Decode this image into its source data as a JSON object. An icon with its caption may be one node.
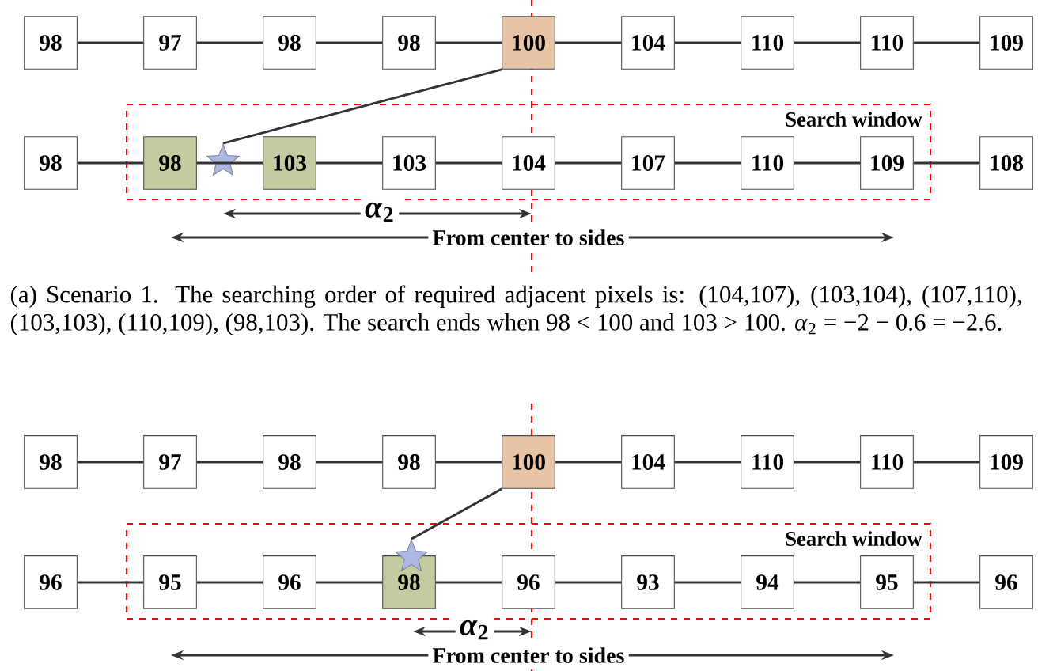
{
  "diagram": {
    "caption": "(a) Scenario 1. The searching order of required adjacent pixels is: (104,107), (103,104), (107,110), (103,103), (110,109), (98,103). The search ends when 98 < 100 and 103 > 100. *α*$_{2}$ = −2 − 0.6 = −2.6.",
    "nodes": [
      {
        "text": [
          "98"
        ]
      },
      {
        "text": [
          "97"
        ]
      },
      {
        "text": [
          "98"
        ]
      },
      {
        "text": [
          "98"
        ]
      },
      {
        "text": [
          "100"
        ]
      },
      {
        "text": [
          "104"
        ]
      },
      {
        "text": [
          "110"
        ]
      },
      {
        "text": [
          "110"
        ]
      },
      {
        "text": [
          "109"
        ]
      },
      {
        "text": [
          "Search window"
        ]
      },
      {
        "text": [
          "98"
        ]
      },
      {
        "text": [
          "98"
        ],
        "in": 9
      },
      {
        "text": [
          "103"
        ],
        "in": 9
      },
      {
        "text": [
          "103"
        ],
        "in": 9
      },
      {
        "text": [
          "104"
        ],
        "in": 9
      },
      {
        "text": [
          "107"
        ],
        "in": 9
      },
      {
        "text": [
          "110"
        ],
        "in": 9
      },
      {
        "text": [
          "109"
        ],
        "in": 9
      },
      {
        "text": [
          "108"
        ]
      },
      {
        "text": [],
        "shape": "star",
        "in": 9
      },
      {
        "text": [
          "98"
        ]
      },
      {
        "text": [
          "97"
        ]
      },
      {
        "text": [
          "98"
        ]
      },
      {
        "text": [
          "98"
        ]
      },
      {
        "text": [
          "100"
        ]
      },
      {
        "text": [
          "104"
        ]
      },
      {
        "text": [
          "110"
        ]
      },
      {
        "text": [
          "110"
        ]
      },
      {
        "text": [
          "109"
        ]
      },
      {
        "text": [
          "Search window"
        ]
      },
      {
        "text": [
          "96"
        ]
      },
      {
        "text": [
          "95"
        ],
        "in": 29
      },
      {
        "text": [
          "96"
        ],
        "in": 29
      },
      {
        "text": [
          "98"
        ],
        "in": 29
      },
      {
        "text": [
          "96"
        ],
        "in": 29
      },
      {
        "text": [
          "93"
        ],
        "in": 29
      },
      {
        "text": [
          "94"
        ],
        "in": 29
      },
      {
        "text": [
          "95"
        ],
        "in": 29
      },
      {
        "text": [
          "96"
        ]
      },
      {
        "text": [],
        "shape": "star",
        "in": 29
      }
    ],
    "edges": [
      {
        "from": 0,
        "to": 1,
        "arrow": "none"
      },
      {
        "from": 1,
        "to": 2,
        "arrow": "none"
      },
      {
        "from": 2,
        "to": 3,
        "arrow": "none"
      },
      {
        "from": 3,
        "to": 4,
        "arrow": "none"
      },
      {
        "from": 4,
        "to": 5,
        "arrow": "none"
      },
      {
        "from": 5,
        "to": 6,
        "arrow": "none"
      },
      {
        "from": 6,
        "to": 7,
        "arrow": "none"
      },
      {
        "from": 7,
        "to": 8,
        "arrow": "none"
      },
      {
        "from": 10,
        "to": 11,
        "arrow": "none"
      },
      {
        "from": 11,
        "to": 12,
        "arrow": "none"
      },
      {
        "from": 12,
        "to": 13,
        "arrow": "none"
      },
      {
        "from": 13,
        "to": 14,
        "arrow": "none"
      },
      {
        "from": 14,
        "to": 15,
        "arrow": "none"
      },
      {
        "from": 15,
        "to": 16,
        "arrow": "none"
      },
      {
        "from": 16,
        "to": 17,
        "arrow": "none"
      },
      {
        "from": 17,
        "to": 18,
        "arrow": "none"
      },
      {
        "from": 4,
        "to": 19,
        "arrow": "none"
      },
      {
        "from": 20,
        "to": 21,
        "arrow": "none"
      },
      {
        "from": 21,
        "to": 22,
        "arrow": "none"
      },
      {
        "from": 22,
        "to": 23,
        "arrow": "none"
      },
      {
        "from": 23,
        "to": 24,
        "arrow": "none"
      },
      {
        "from": 24,
        "to": 25,
        "arrow": "none"
      },
      {
        "from": 25,
        "to": 26,
        "arrow": "none"
      },
      {
        "from": 26,
        "to": 27,
        "arrow": "none"
      },
      {
        "from": 27,
        "to": 28,
        "arrow": "none"
      },
      {
        "from": 30,
        "to": 31,
        "arrow": "none"
      },
      {
        "from": 31,
        "to": 32,
        "arrow": "none"
      },
      {
        "from": 32,
        "to": 33,
        "arrow": "none"
      },
      {
        "from": 33,
        "to": 34,
        "arrow": "none"
      },
      {
        "from": 34,
        "to": 35,
        "arrow": "none"
      },
      {
        "from": 35,
        "to": 36,
        "arrow": "none"
      },
      {
        "from": 36,
        "to": 37,
        "arrow": "none"
      },
      {
        "from": 37,
        "to": 38,
        "arrow": "none"
      },
      {
        "from": 24,
        "to": 39,
        "arrow": "none"
      }
    ],
    "labels": [
      "*α*$_{2}$",
      "From center to sides",
      "*α*$_{2}$",
      "From center to sides"
    ]
  }
}
